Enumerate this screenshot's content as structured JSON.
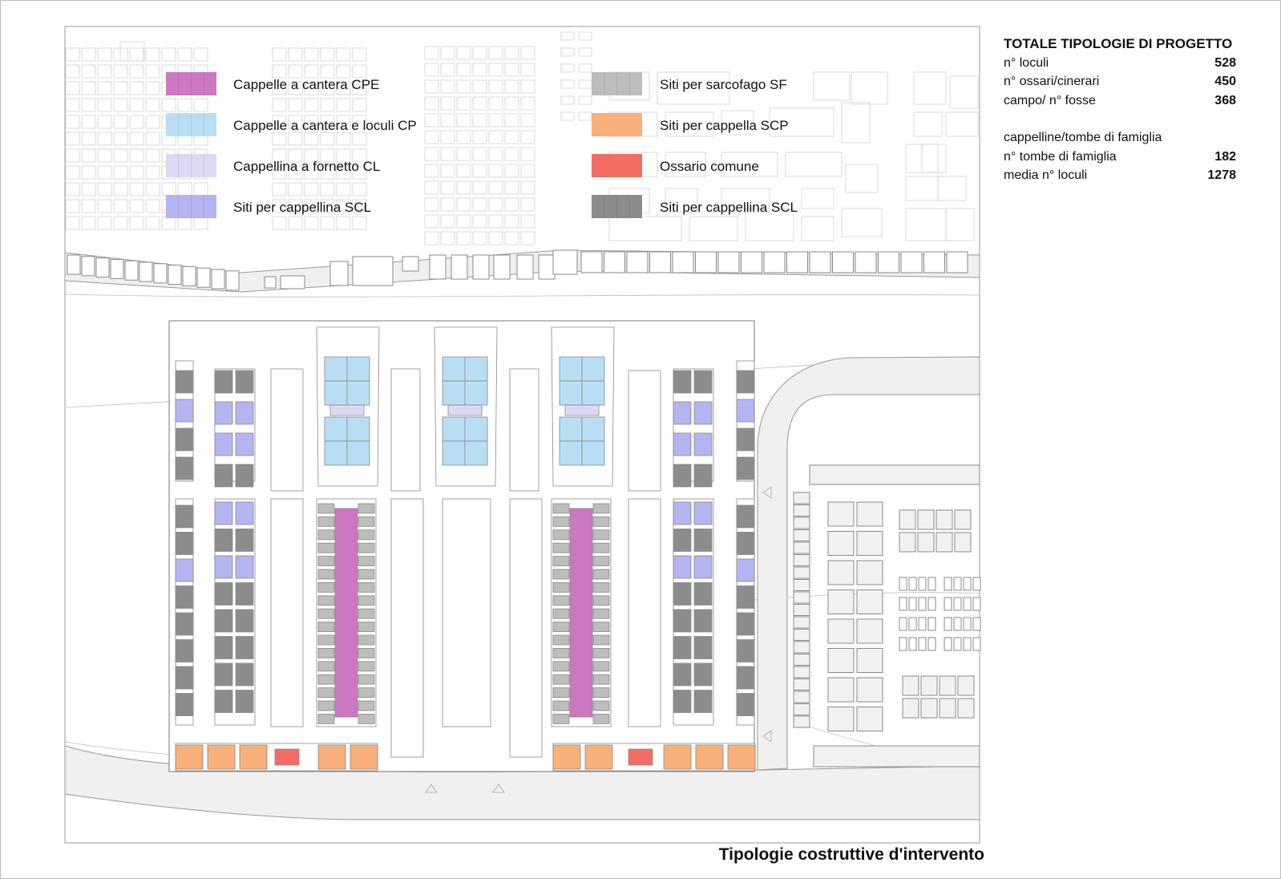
{
  "legend": [
    {
      "id": "cpe",
      "label": "Cappelle a cantera CPE",
      "color": "#cc77c2"
    },
    {
      "id": "cp",
      "label": "Cappelle a cantera e loculi CP",
      "color": "#b9def3"
    },
    {
      "id": "cl",
      "label": "Cappellina a fornetto CL",
      "color": "#dcdaf3"
    },
    {
      "id": "scl_light",
      "label": "Siti per cappellina SCL",
      "color": "#b4b4f0"
    },
    {
      "id": "sf",
      "label": "Siti per sarcofago SF",
      "color": "#bdbdbd"
    },
    {
      "id": "scp",
      "label": "Siti per cappella SCP",
      "color": "#f9b07a"
    },
    {
      "id": "ossario",
      "label": "Ossario comune",
      "color": "#f26d64"
    },
    {
      "id": "scl_dark",
      "label": "Siti per cappellina SCL",
      "color": "#8c8c8c"
    }
  ],
  "summary": {
    "title": "TOTALE TIPOLOGIE DI PROGETTO",
    "rows": [
      {
        "label": "n° loculi",
        "value": "528"
      },
      {
        "label": "n° ossari/cinerari",
        "value": "450"
      },
      {
        "label": "campo/ n° fosse",
        "value": "368"
      }
    ],
    "subtitle": "cappelline/tombe di famiglia",
    "rows2": [
      {
        "label": "n° tombe di famiglia",
        "value": "182"
      },
      {
        "label": "media n° loculi",
        "value": "1278"
      }
    ]
  },
  "caption": "Tipologie costruttive d'intervento"
}
